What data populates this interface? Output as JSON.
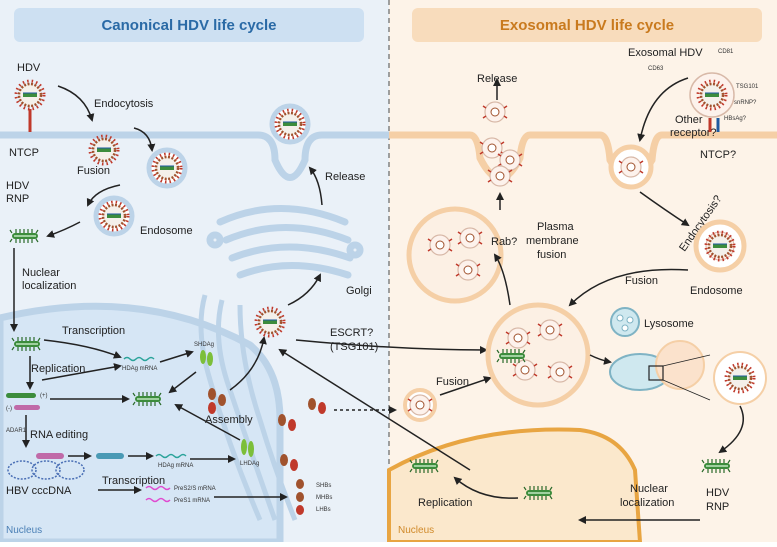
{
  "panels": {
    "left_title": "Canonical HDV life cycle",
    "right_title": "Exosomal HDV life cycle"
  },
  "labels": {
    "hdv": "HDV",
    "endocytosis": "Endocytosis",
    "ntcp": "NTCP",
    "fusion_left": "Fusion",
    "endosome_left": "Endosome",
    "hdv_rnp_1": "HDV",
    "hdv_rnp_2": "RNP",
    "nuclear_loc_1": "Nuclear",
    "nuclear_loc_2": "localization",
    "release_left": "Release",
    "golgi": "Golgi",
    "transcription_top": "Transcription",
    "replication": "Replication",
    "hdag_mrna_1": "HDAg mRNA",
    "shdag": "SHDAg",
    "plus_strand": "(+)",
    "minus_strand": "(-)",
    "adar1": "ADAR1",
    "rna_editing": "RNA editing",
    "assembly": "Assembly",
    "hdag_mrna_2": "HDAg mRNA",
    "lhdag": "LHDAg",
    "hbv_cccdna": "HBV cccDNA",
    "transcription_bottom": "Transcription",
    "pres2s_mrna": "PreS2/S mRNA",
    "pres1_mrna": "PreS1 mRNA",
    "shbs": "SHBs",
    "mhbs": "MHBs",
    "lhbs": "LHBs",
    "nucleus_left": "Nucleus",
    "escrt_1": "ESCRT?",
    "escrt_2": "(TSG101)",
    "fusion_mid": "Fusion",
    "release_right": "Release",
    "rab": "Rab?",
    "plasma_1": "Plasma",
    "plasma_2": "membrane",
    "plasma_3": "fusion",
    "exosomal_hdv": "Exosomal HDV",
    "cd63": "CD63",
    "cd81": "CD81",
    "tsg101": "TSG101",
    "snrnp": "snRNP?",
    "hbsag": "HBsAg?",
    "other_receptor_1": "Other",
    "other_receptor_2": "receptor?",
    "ntcp_q": "NTCP?",
    "endocytosis_q": "Endocytosis?",
    "fusion_right": "Fusion",
    "endosome_right": "Endosome",
    "lysosome": "Lysosome",
    "hdv_rnp_r1": "HDV",
    "hdv_rnp_r2": "RNP",
    "nuclear_loc_r1": "Nuclear",
    "nuclear_loc_r2": "localization",
    "replication_right": "Replication",
    "nucleus_right": "Nucleus"
  },
  "colors": {
    "left_title": "#2a6aa6",
    "right_title": "#c97a1e",
    "membrane": "#bcd3e8",
    "nucleus_right": "#e8a542"
  }
}
